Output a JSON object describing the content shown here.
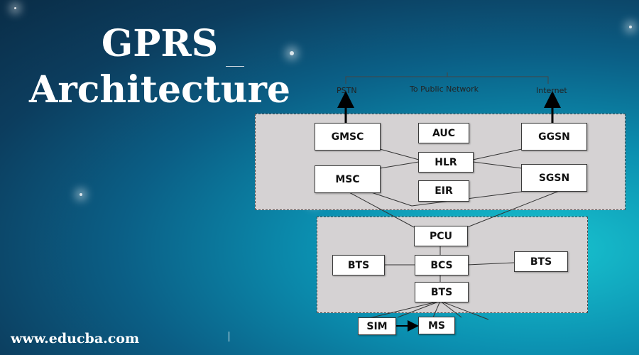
{
  "title": {
    "line1": "GPRS",
    "line2": "Architecture"
  },
  "website": "www.educba.com",
  "diagram": {
    "networks": {
      "pstn": "PSTN",
      "public": "To Public Network",
      "internet": "Internet"
    },
    "core_nodes": {
      "gmsc": "GMSC",
      "auc": "AUC",
      "ggsn": "GGSN",
      "hlr": "HLR",
      "msc": "MSC",
      "eir": "EIR",
      "sgsn": "SGSN"
    },
    "bss_nodes": {
      "pcu": "PCU",
      "bts_left": "BTS",
      "bcs": "BCS",
      "bts_right": "BTS",
      "bts_bottom": "BTS"
    },
    "mobile_nodes": {
      "sim": "SIM",
      "ms": "MS"
    }
  },
  "colors": {
    "accent": "#0b8fb0",
    "panel": "#d5d2d3",
    "text_light": "#ffffff"
  }
}
